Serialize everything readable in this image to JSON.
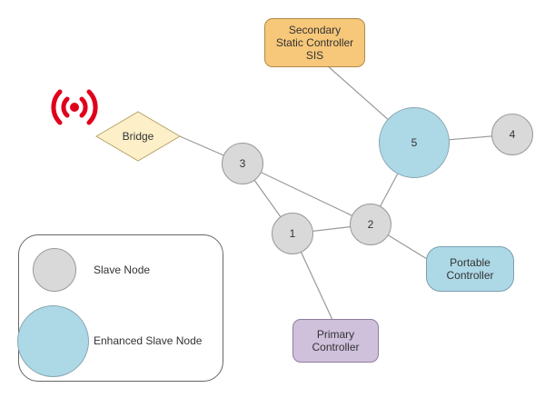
{
  "colors": {
    "slave_node": "#d9d9d9",
    "enhanced_slave_node": "#add8e6",
    "secondary_controller": "#f7c77a",
    "portable_controller": "#add8e6",
    "primary_controller": "#cfc0dc",
    "bridge": "#fdf0c8",
    "signal_icon": "#e0001b",
    "edge": "#999999"
  },
  "nodes": {
    "n1": "1",
    "n2": "2",
    "n3": "3",
    "n4": "4",
    "n5": "5",
    "bridge": "Bridge",
    "secondary_controller": [
      "Secondary",
      "Static Controller",
      "SIS"
    ],
    "portable_controller": [
      "Portable",
      "Controller"
    ],
    "primary_controller": [
      "Primary",
      "Controller"
    ]
  },
  "edges": [
    [
      "bridge",
      "n3"
    ],
    [
      "n3",
      "n1"
    ],
    [
      "n3",
      "n2"
    ],
    [
      "n1",
      "n2"
    ],
    [
      "n2",
      "n5"
    ],
    [
      "n5",
      "secondary_controller"
    ],
    [
      "n5",
      "n4"
    ],
    [
      "n2",
      "portable_controller"
    ],
    [
      "n1",
      "primary_controller"
    ]
  ],
  "legend": {
    "slave_label": "Slave Node",
    "enhanced_label": "Enhanced Slave Node"
  },
  "icons": {
    "signal": "wireless-signal-icon"
  }
}
